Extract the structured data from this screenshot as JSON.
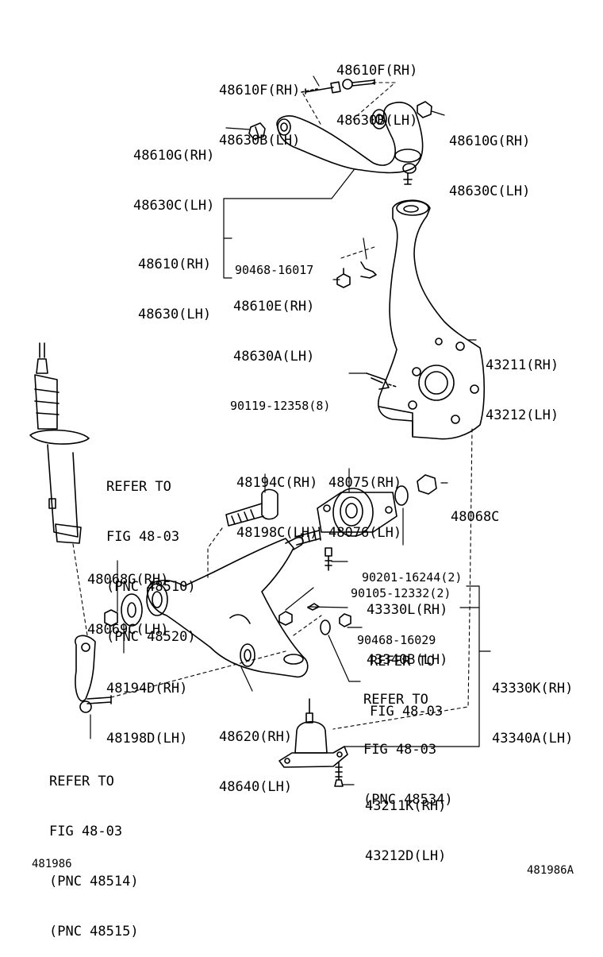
{
  "labels": {
    "upper_arm_bolt_left": [
      "48610F(RH)",
      "48630B(LH)"
    ],
    "upper_arm_bolt_right": [
      "48610F(RH)",
      "48630B(LH)"
    ],
    "upper_nut_left": [
      "48610G(RH)",
      "48630C(LH)"
    ],
    "upper_nut_right": [
      "48610G(RH)",
      "48630C(LH)"
    ],
    "upper_arm": [
      "48610(RH)",
      "48630(LH)"
    ],
    "cotter_pin_upper": "90468-16017",
    "upper_ball_nut": [
      "48610E(RH)",
      "48630A(LH)"
    ],
    "knuckle": [
      "43211(RH)",
      "43212(LH)"
    ],
    "knuckle_bolt": "90119-12358(8)",
    "shock_ref": [
      "REFER TO",
      "FIG 48-03",
      "(PNC 48510)",
      "(PNC 48520)"
    ],
    "lower_bolt": [
      "48194C(RH)",
      "48198C(LH)"
    ],
    "lower_bushing": [
      "48075(RH)",
      "48076(LH)"
    ],
    "nut_48068c": "48068C",
    "washer_90201": "90201-16244(2)",
    "bolt_90105": "90105-12332(2)",
    "lower_nut_left": [
      "48068G(RH)",
      "48069C(LH)"
    ],
    "ball_joint_nut": [
      "43330L(RH)",
      "43340B(LH)"
    ],
    "cotter_pin_lower": "90468-16029",
    "ref_fig_a": [
      "REFER TO",
      "FIG 48-03"
    ],
    "ref_fig_b": [
      "REFER TO",
      "FIG 48-03",
      "(PNC 48534)"
    ],
    "lower_ball_joint": [
      "43330K(RH)",
      "43340A(LH)"
    ],
    "lower_washer": [
      "48194D(RH)",
      "48198D(LH)"
    ],
    "lower_arm": [
      "48620(RH)",
      "48640(LH)"
    ],
    "ball_joint_bolt": [
      "43211K(RH)",
      "43212D(LH)"
    ],
    "stabilizer_ref": [
      "REFER TO",
      "FIG 48-03",
      "(PNC 48514)",
      "(PNC 48515)"
    ]
  },
  "footer": {
    "left_code": "481986",
    "right_code": "481986A"
  }
}
